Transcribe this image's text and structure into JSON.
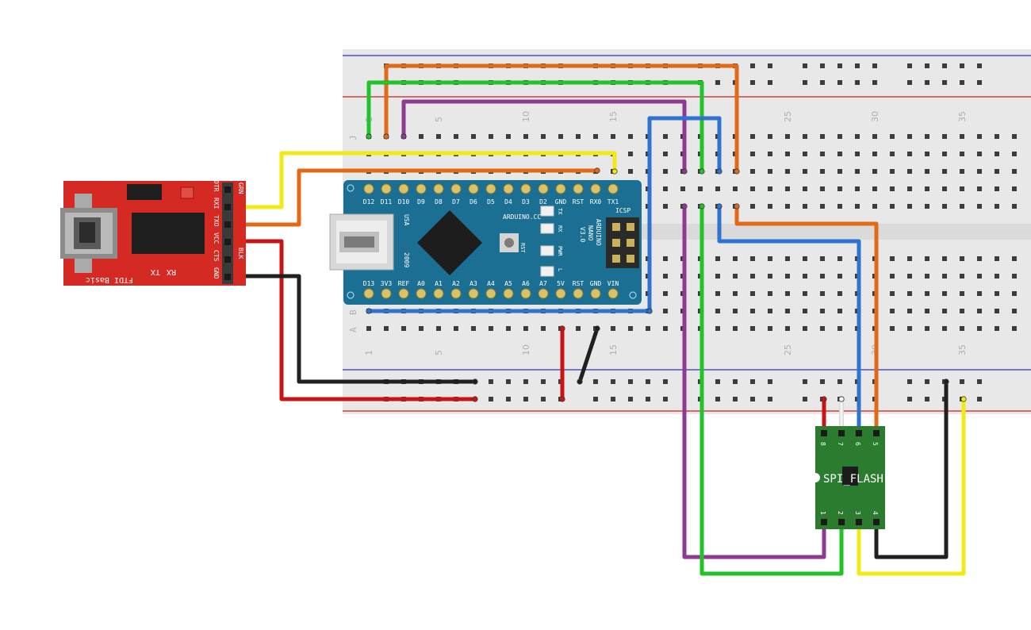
{
  "breadboard": {
    "row_labels": [
      "J",
      "B",
      "A"
    ],
    "column_numbers": [
      "1",
      "5",
      "10",
      "15",
      "25",
      "30",
      "35"
    ]
  },
  "ftdi": {
    "name": "FTDI Basic",
    "pins": [
      "DTR",
      "RXI",
      "TXO",
      "VCC",
      "CTS",
      "GND"
    ],
    "side_labels": [
      "GRN",
      "BLK"
    ],
    "led_labels": [
      "TX",
      "RX"
    ]
  },
  "nano": {
    "brand": "ARDUINO.CC",
    "model_lines": [
      "ARDUINO",
      "NANO",
      "V3.0"
    ],
    "icsp": "ICSP",
    "rst_button": "RST",
    "country": "USA",
    "year": "2009",
    "led_labels": [
      "TX",
      "RX",
      "PWR",
      "L"
    ],
    "top_pins": [
      "D12",
      "D11",
      "D10",
      "D9",
      "D8",
      "D7",
      "D6",
      "D5",
      "D4",
      "D3",
      "D2",
      "GND",
      "RST",
      "RX0",
      "TX1"
    ],
    "bottom_pins": [
      "D13",
      "3V3",
      "REF",
      "A0",
      "A1",
      "A2",
      "A3",
      "A4",
      "A5",
      "A6",
      "A7",
      "5V",
      "RST",
      "GND",
      "VIN"
    ]
  },
  "flash": {
    "name": "SPI_FLASH",
    "top_pins": [
      "8",
      "7",
      "6",
      "5"
    ],
    "bottom_pins": [
      "1",
      "2",
      "3",
      "4"
    ]
  },
  "colors": {
    "board": "#e9e9e9",
    "rail_red": "#d02020",
    "rail_blue": "#2020c0",
    "ftdi_red": "#d42a23",
    "nano_teal": "#1a6f93",
    "flash_green": "#2b7c2e",
    "wire_orange": "#e06a18",
    "wire_green": "#22c22a",
    "wire_purple": "#8e3a92",
    "wire_blue": "#2f72cf",
    "wire_yellow": "#f2ea16",
    "wire_red": "#c81414",
    "wire_black": "#202020",
    "wire_white": "#f4f4f4"
  }
}
